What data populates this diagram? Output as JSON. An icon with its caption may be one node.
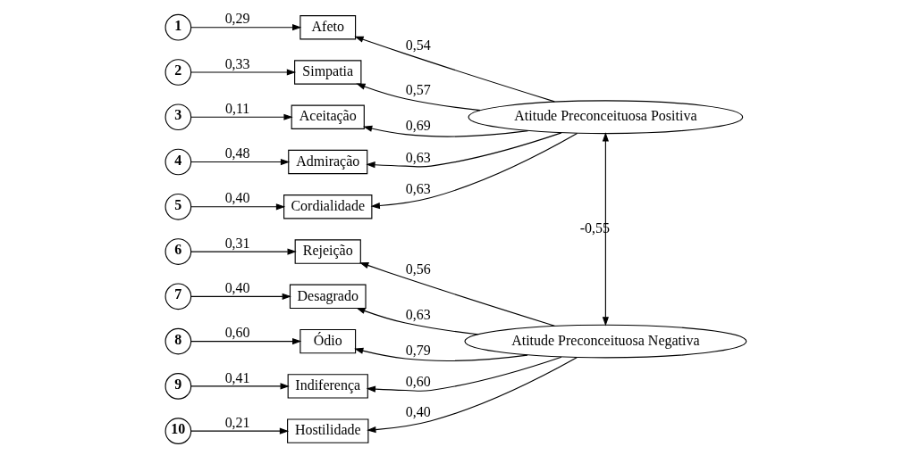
{
  "diagram": {
    "nodes": [
      {
        "text": [
          "1"
        ]
      },
      {
        "text": [
          "2"
        ]
      },
      {
        "text": [
          "3"
        ]
      },
      {
        "text": [
          "4"
        ]
      },
      {
        "text": [
          "5"
        ]
      },
      {
        "text": [
          "6"
        ]
      },
      {
        "text": [
          "7"
        ]
      },
      {
        "text": [
          "8"
        ]
      },
      {
        "text": [
          "9"
        ]
      },
      {
        "text": [
          "10"
        ]
      },
      {
        "text": [
          "Afeto"
        ]
      },
      {
        "text": [
          "Simpatia"
        ]
      },
      {
        "text": [
          "Aceitação"
        ]
      },
      {
        "text": [
          "Admiração"
        ]
      },
      {
        "text": [
          "Cordialidade"
        ]
      },
      {
        "text": [
          "Rejeição"
        ]
      },
      {
        "text": [
          "Desagrado"
        ]
      },
      {
        "text": [
          "Ódio"
        ]
      },
      {
        "text": [
          "Indiferença"
        ]
      },
      {
        "text": [
          "Hostilidade"
        ]
      },
      {
        "text": [
          "Atitude Preconceituosa Positiva"
        ]
      },
      {
        "text": [
          "Atitude Preconceituosa Negativa"
        ]
      }
    ],
    "edges": [
      {
        "from": 0,
        "to": 10,
        "arrow": "to",
        "label": "0,29"
      },
      {
        "from": 1,
        "to": 11,
        "arrow": "to",
        "label": "0,33"
      },
      {
        "from": 2,
        "to": 12,
        "arrow": "to",
        "label": "0,11"
      },
      {
        "from": 3,
        "to": 13,
        "arrow": "to",
        "label": "0,48"
      },
      {
        "from": 4,
        "to": 14,
        "arrow": "to",
        "label": "0,40"
      },
      {
        "from": 5,
        "to": 15,
        "arrow": "to",
        "label": "0,31"
      },
      {
        "from": 6,
        "to": 16,
        "arrow": "to",
        "label": "0,40"
      },
      {
        "from": 7,
        "to": 17,
        "arrow": "to",
        "label": "0,60"
      },
      {
        "from": 8,
        "to": 18,
        "arrow": "to",
        "label": "0,41"
      },
      {
        "from": 9,
        "to": 19,
        "arrow": "to",
        "label": "0,21"
      },
      {
        "from": 20,
        "to": 10,
        "arrow": "to",
        "label": "0,54"
      },
      {
        "from": 20,
        "to": 11,
        "arrow": "to",
        "label": "0,57"
      },
      {
        "from": 20,
        "to": 12,
        "arrow": "to",
        "label": "0,69"
      },
      {
        "from": 20,
        "to": 13,
        "arrow": "to",
        "label": "0,63"
      },
      {
        "from": 20,
        "to": 14,
        "arrow": "to",
        "label": "0,63"
      },
      {
        "from": 21,
        "to": 15,
        "arrow": "to",
        "label": "0,56"
      },
      {
        "from": 21,
        "to": 16,
        "arrow": "to",
        "label": "0,63"
      },
      {
        "from": 21,
        "to": 17,
        "arrow": "to",
        "label": "0,79"
      },
      {
        "from": 21,
        "to": 18,
        "arrow": "to",
        "label": "0,60"
      },
      {
        "from": 21,
        "to": 19,
        "arrow": "to",
        "label": "0,40"
      },
      {
        "from": 20,
        "to": 21,
        "arrow": "both",
        "label": "-0,55"
      }
    ]
  }
}
